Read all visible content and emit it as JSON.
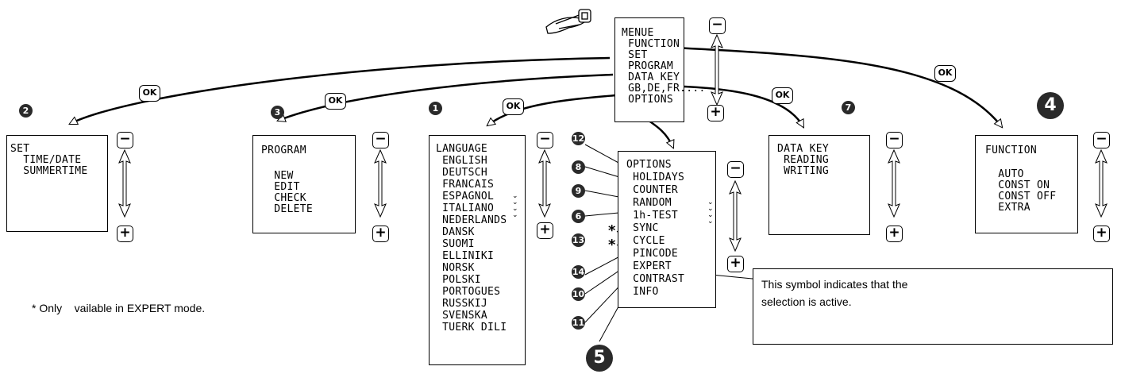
{
  "menue_panel": {
    "lines": [
      "MENUE",
      " FUNCTION",
      " SET",
      " PROGRAM",
      " DATA KEY",
      " GB,DE,FR....",
      " OPTIONS"
    ]
  },
  "set_panel": {
    "badge": "2",
    "lines": [
      "SET",
      "  TIME/DATE",
      "  SUMMERTIME"
    ]
  },
  "program_panel": {
    "badge": "3",
    "lines": [
      "PROGRAM",
      "",
      "  NEW",
      "  EDIT",
      "  CHECK",
      "  DELETE"
    ]
  },
  "language_panel": {
    "badge": "1",
    "lines": [
      "LANGUAGE",
      " ENGLISH",
      " DEUTSCH",
      " FRANCAIS",
      " ESPAGNOL",
      " ITALIANO",
      " NEDERLANDS",
      " DANSK",
      " SUOMI",
      " ELLINIKI",
      " NORSK",
      " POLSKI",
      " PORTOGUES",
      " RUSSKIJ",
      " SVENSKA",
      " TUERK DILI"
    ]
  },
  "options_panel": {
    "lines": [
      "OPTIONS",
      " HOLIDAYS",
      " COUNTER",
      " RANDOM",
      " 1h-TEST",
      " SYNC",
      " CYCLE",
      " PINCODE",
      " EXPERT",
      " CONTRAST",
      " INFO"
    ],
    "badges": [
      "12",
      "8",
      "9",
      "6",
      "13",
      "14",
      "10",
      "11"
    ],
    "big_badge": "5",
    "check_symbol": "✓"
  },
  "datakey_panel": {
    "badge": "7",
    "lines": [
      "DATA KEY",
      " READING",
      " WRITING"
    ]
  },
  "function_panel": {
    "badge": "4",
    "lines": [
      "FUNCTION",
      "",
      "  AUTO",
      "  CONST ON",
      "  CONST OFF",
      "  EXTRA"
    ]
  },
  "buttons": {
    "ok": "OK",
    "minus": "−",
    "plus": "+"
  },
  "expert_marker": "*",
  "note": {
    "line1": "This symbol indicates that the",
    "line2": "selection is active."
  },
  "footnote": "* Only    vailable in EXPERT mode.",
  "icons": {
    "hand": "hand-pressing-menu-key-icon",
    "scroll_arrow": "up-down-double-arrow-icon",
    "check": "check-mark-icon"
  }
}
